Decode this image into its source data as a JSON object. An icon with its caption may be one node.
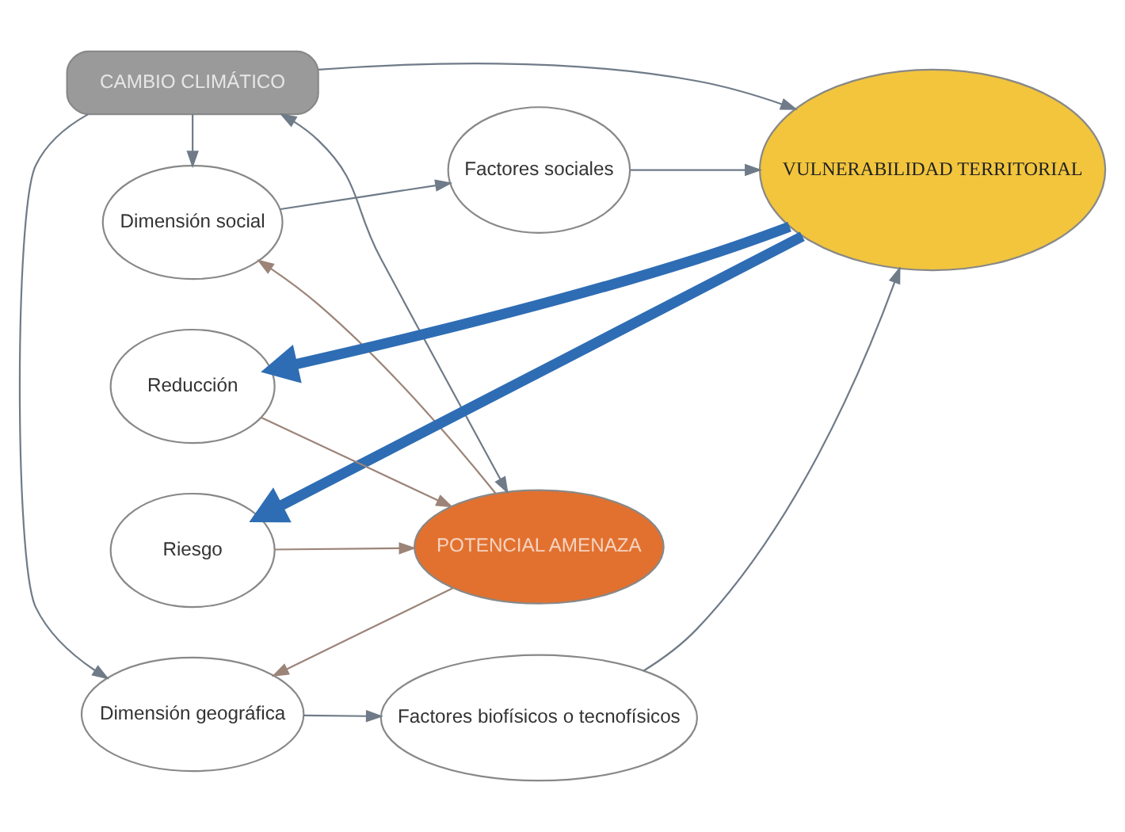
{
  "diagram": {
    "nodes": [
      {
        "text": [
          "Dimensión geográfica"
        ]
      },
      {
        "text": [
          "Riesgo"
        ]
      },
      {
        "text": [
          "Factores biofísicos o tecnofísicos"
        ]
      },
      {
        "text": [
          "POTENCIAL AMENAZA"
        ]
      },
      {
        "text": [
          "CAMBIO CLIMÁTICO"
        ]
      },
      {
        "text": [
          "VULNERABILIDAD TERRITORIAL"
        ]
      },
      {
        "text": [
          "Reducción"
        ]
      },
      {
        "text": [
          "Factores sociales"
        ]
      },
      {
        "text": [
          "Dimensión social"
        ]
      }
    ],
    "edges": [
      {
        "from": 1,
        "to": 3,
        "arrow": "to",
        "color": "#9c8478"
      },
      {
        "from": 6,
        "to": 3,
        "arrow": "to",
        "color": "#9c8478"
      },
      {
        "from": 3,
        "to": 0,
        "arrow": "to",
        "color": "#9c8478"
      },
      {
        "from": 3,
        "to": 8,
        "arrow": "to",
        "color": "#9c8478"
      },
      {
        "from": 4,
        "to": 3,
        "arrow": "both"
      },
      {
        "from": 4,
        "to": 0,
        "arrow": "to"
      },
      {
        "from": 4,
        "to": 8,
        "arrow": "to"
      },
      {
        "from": 4,
        "to": 5,
        "arrow": "to"
      },
      {
        "from": 0,
        "to": 2,
        "arrow": "to"
      },
      {
        "from": 8,
        "to": 7,
        "arrow": "to"
      },
      {
        "from": 2,
        "to": 5,
        "arrow": "to"
      },
      {
        "from": 7,
        "to": 5,
        "arrow": "to"
      },
      {
        "from": 5,
        "to": 1,
        "arrow": "to",
        "style": "thick",
        "color": "#2e6db4"
      },
      {
        "from": 5,
        "to": 6,
        "arrow": "to",
        "style": "thick",
        "color": "#2e6db4"
      }
    ]
  }
}
